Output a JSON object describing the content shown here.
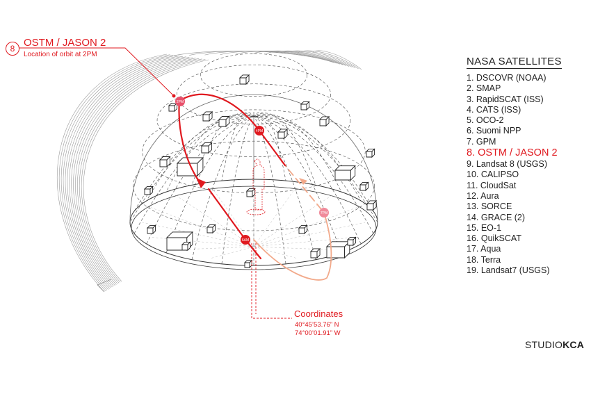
{
  "callout": {
    "number": "8",
    "title": "OSTM / JASON 2",
    "subtitle": "Location of orbit at 2PM"
  },
  "orbit_markers": [
    "2PM",
    "4PM",
    "7PM",
    "6AM"
  ],
  "coordinates": {
    "title": "Coordinates",
    "lat": "40°45’53.76” N",
    "lon": "74°00’01.91” W"
  },
  "legend": {
    "title": "NASA SATELLITES",
    "highlight_index": 7,
    "items": [
      "1. DSCOVR (NOAA)",
      "2. SMAP",
      "3. RapidSCAT (ISS)",
      "4. CATS (ISS)",
      "5. OCO-2",
      "6. Suomi NPP",
      "7. GPM",
      "8. OSTM / JASON 2",
      "9. Landsat 8 (USGS)",
      "10. CALIPSO",
      "11. CloudSat",
      "12. Aura",
      "13. SORCE",
      "14. GRACE (2)",
      "15. EO-1",
      "16. QuikSCAT",
      "17. Aqua",
      "18. Terra",
      "19. Landsat7 (USGS)"
    ]
  },
  "brand": {
    "light": "STUDIO",
    "bold": "KCA"
  },
  "colors": {
    "accent": "#e0191f",
    "orbit_faded": "#f2a98a",
    "marker_faded": "#f08a9a"
  }
}
